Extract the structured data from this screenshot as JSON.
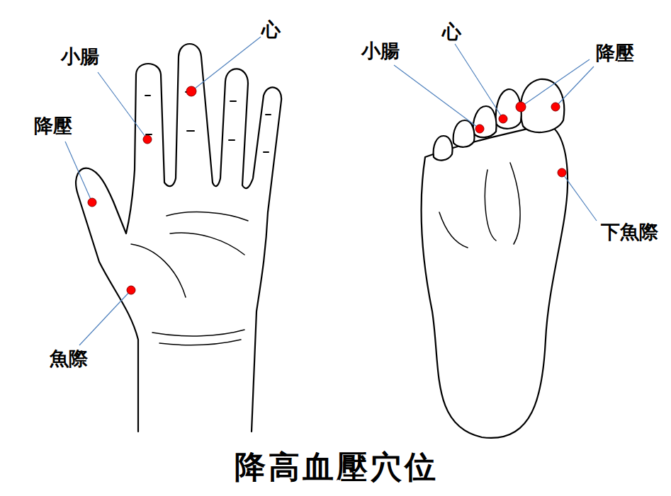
{
  "diagram": {
    "title": "降高血壓穴位",
    "labels": [
      "小腸",
      "心",
      "降壓",
      "魚際",
      "小腸",
      "心",
      "降壓",
      "下魚際"
    ]
  }
}
